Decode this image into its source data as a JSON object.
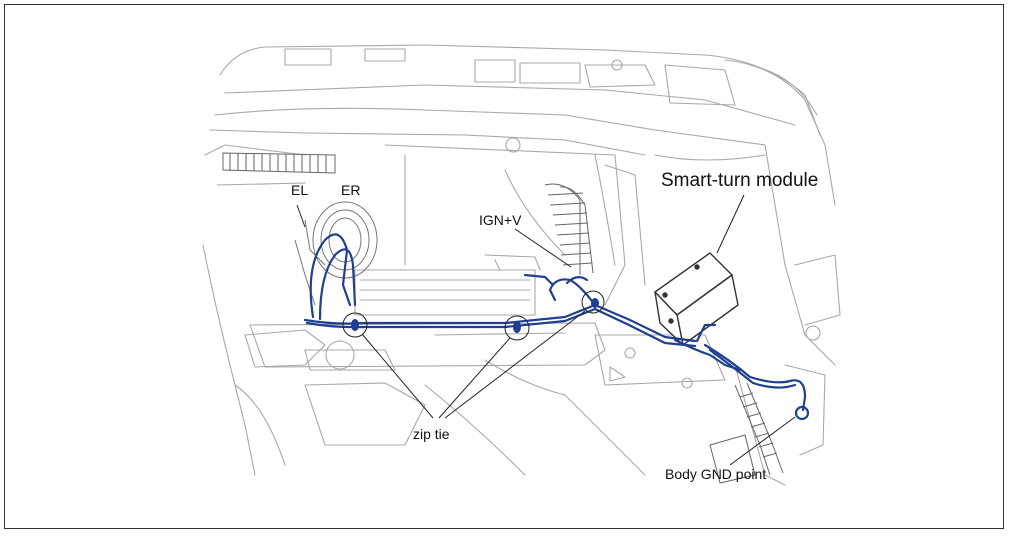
{
  "labels": {
    "el": "EL",
    "er": "ER",
    "ign": "IGN+V",
    "module": "Smart-turn module",
    "zip_tie": "zip tie",
    "ground": "Body GND point"
  },
  "colors": {
    "wire": "#1f3f8f",
    "sketch": "#9a9a9a",
    "callout": "#222222",
    "frame": "#333333"
  }
}
